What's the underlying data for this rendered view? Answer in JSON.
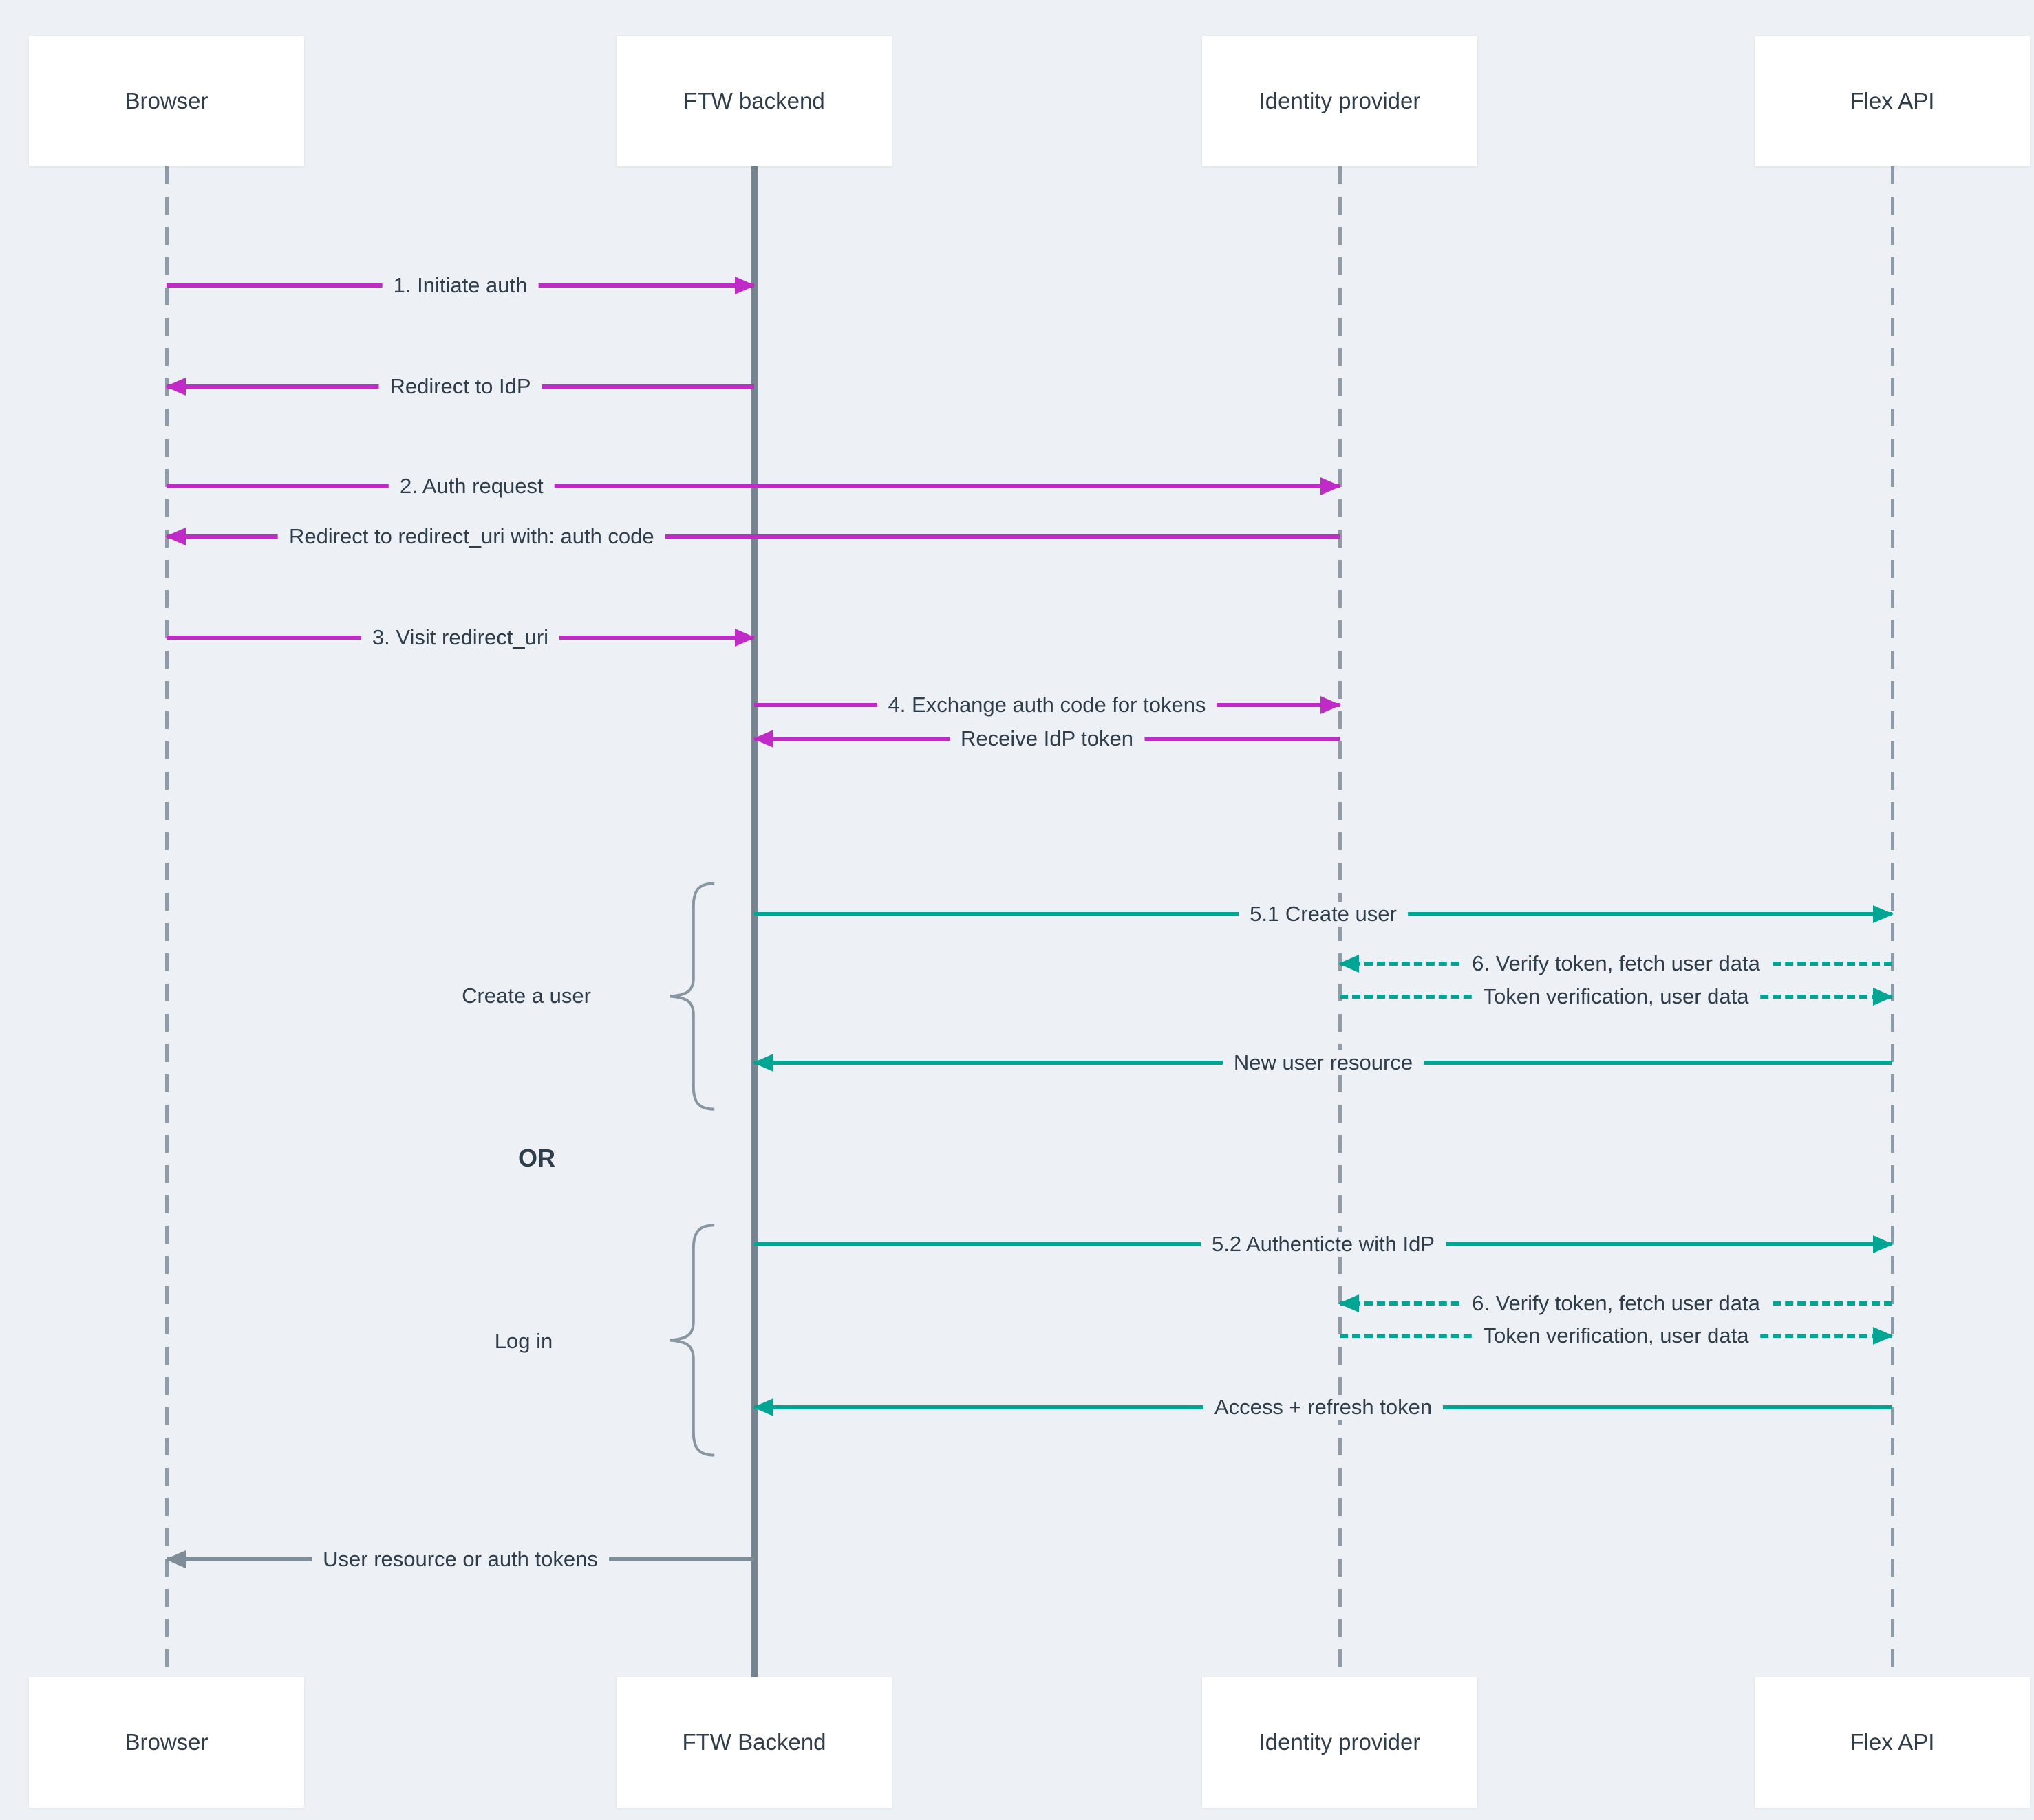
{
  "colors": {
    "background": "#edf1f5",
    "magenta": "#c02ac6",
    "teal": "#00a693",
    "gray": "#7e8d97",
    "text": "#2f3d4a"
  },
  "actors": {
    "top": [
      "Browser",
      "FTW backend",
      "Identity provider",
      "Flex API"
    ],
    "bottom": [
      "Browser",
      "FTW Backend",
      "Identity provider",
      "Flex API"
    ]
  },
  "messages": [
    {
      "label": "1. Initiate auth",
      "from": "Browser",
      "to": "FTW backend",
      "style": "solid-magenta"
    },
    {
      "label": "Redirect to IdP",
      "from": "FTW backend",
      "to": "Browser",
      "style": "solid-magenta"
    },
    {
      "label": "2. Auth request",
      "from": "Browser",
      "to": "Identity provider",
      "style": "solid-magenta"
    },
    {
      "label": "Redirect to redirect_uri with: auth code",
      "from": "Identity provider",
      "to": "Browser",
      "style": "solid-magenta"
    },
    {
      "label": "3. Visit redirect_uri",
      "from": "Browser",
      "to": "FTW backend",
      "style": "solid-magenta"
    },
    {
      "label": "4. Exchange auth code for tokens",
      "from": "FTW backend",
      "to": "Identity provider",
      "style": "solid-magenta"
    },
    {
      "label": "Receive IdP token",
      "from": "Identity provider",
      "to": "FTW backend",
      "style": "solid-magenta"
    },
    {
      "label": "5.1 Create user",
      "from": "FTW backend",
      "to": "Flex API",
      "style": "solid-teal"
    },
    {
      "label": "6. Verify token, fetch user data",
      "from": "Flex API",
      "to": "Identity provider",
      "style": "dashed-teal"
    },
    {
      "label": "Token verification, user data",
      "from": "Identity provider",
      "to": "Flex API",
      "style": "dashed-teal"
    },
    {
      "label": "New user resource",
      "from": "Flex API",
      "to": "FTW backend",
      "style": "solid-teal"
    },
    {
      "label": "5.2 Authenticte with IdP",
      "from": "FTW backend",
      "to": "Flex API",
      "style": "solid-teal"
    },
    {
      "label": "6. Verify token, fetch user data",
      "from": "Flex API",
      "to": "Identity provider",
      "style": "dashed-teal"
    },
    {
      "label": "Token verification, user data",
      "from": "Identity provider",
      "to": "Flex API",
      "style": "dashed-teal"
    },
    {
      "label": "Access + refresh token",
      "from": "Flex API",
      "to": "FTW backend",
      "style": "solid-teal"
    },
    {
      "label": "User resource or auth tokens",
      "from": "FTW backend",
      "to": "Browser",
      "style": "solid-gray"
    }
  ],
  "groups": [
    {
      "label": "Create a user"
    },
    {
      "label": "Log in"
    }
  ],
  "or_label": "OR"
}
